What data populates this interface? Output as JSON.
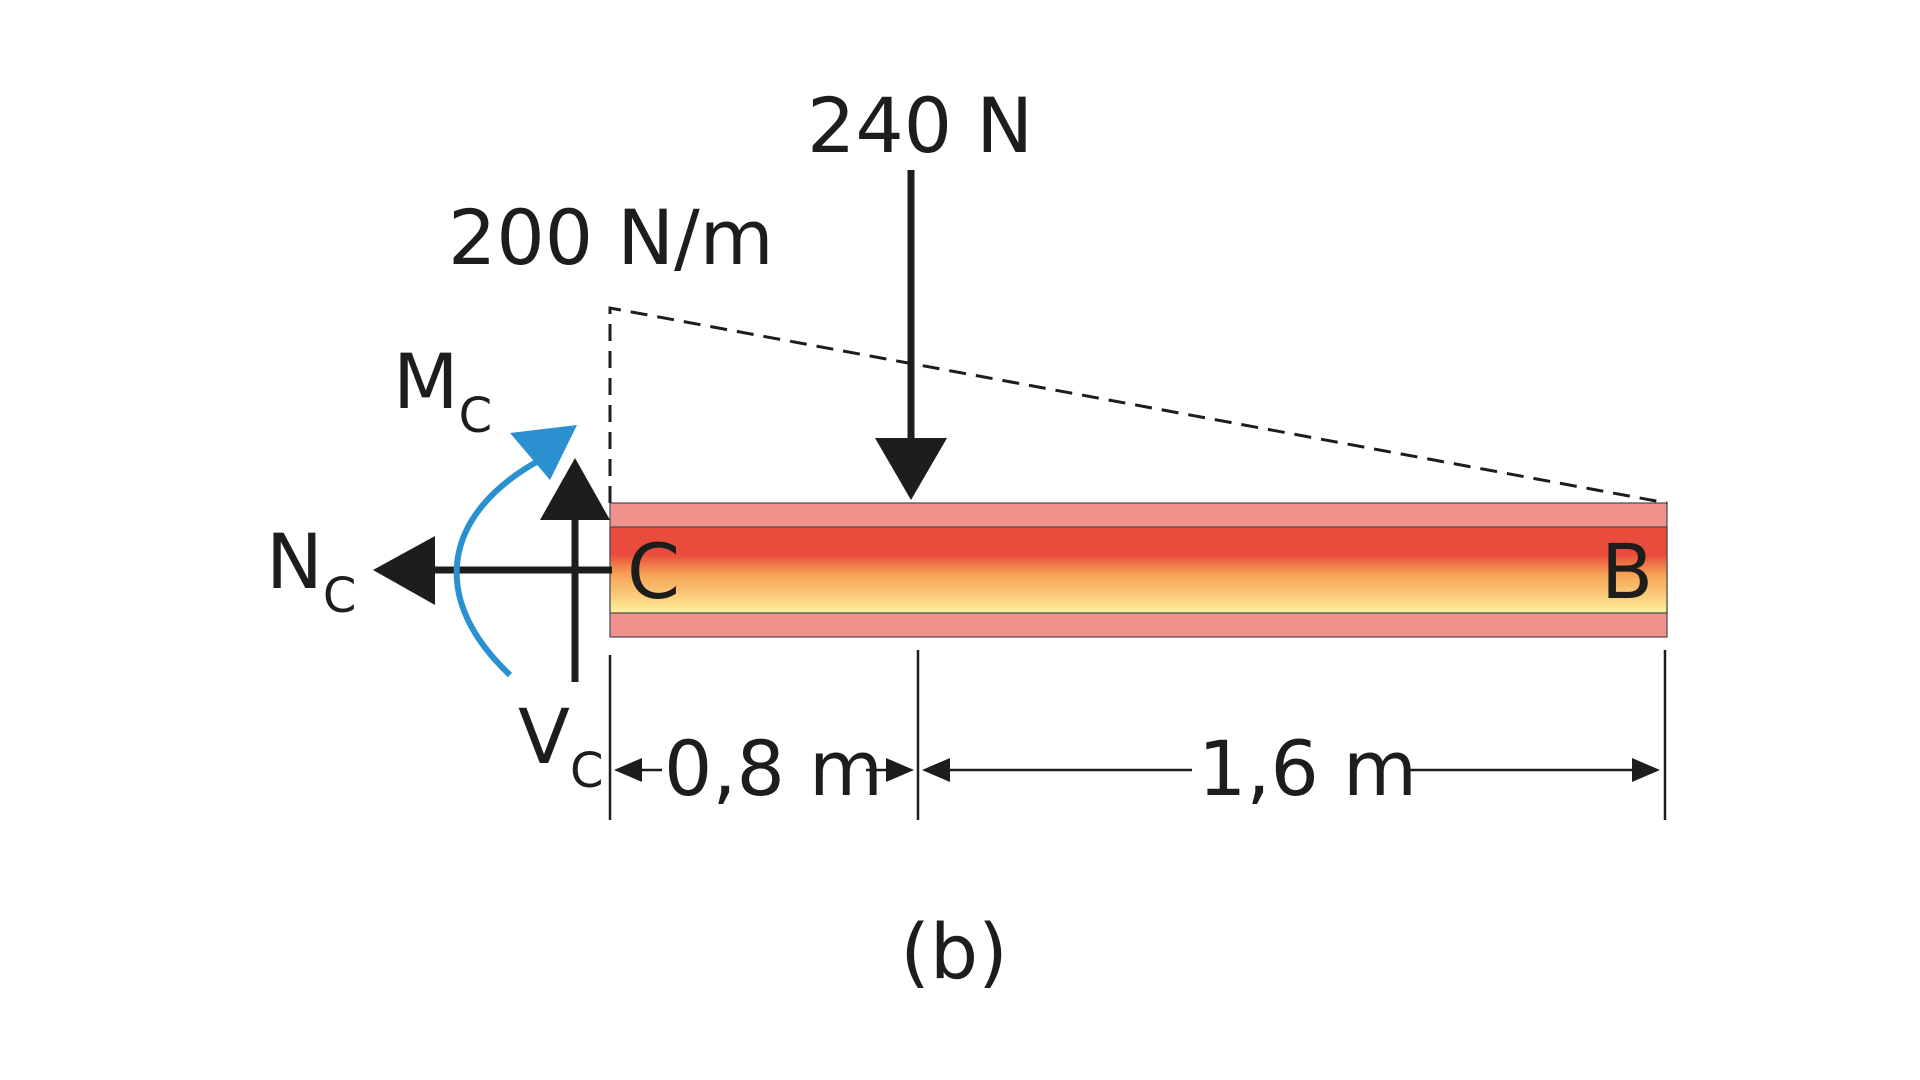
{
  "diagram": {
    "point_load": {
      "label": "240 N"
    },
    "distributed_load": {
      "label": "200 N/m"
    },
    "reactions": {
      "moment": {
        "symbol": "M",
        "subscript": "C"
      },
      "normal": {
        "symbol": "N",
        "subscript": "C"
      },
      "shear": {
        "symbol": "V",
        "subscript": "C"
      }
    },
    "points": {
      "left": "C",
      "right": "B"
    },
    "dimensions": {
      "segment_1": "0,8 m",
      "segment_2": "1,6 m"
    },
    "caption": "(b)"
  },
  "colors": {
    "ink": "#1d1d1b",
    "moment_arrow": "#2b90d0",
    "beam_outer": "#f0918b",
    "beam_core_top": "#e84c3d",
    "beam_core_bottom": "#fdf09a"
  }
}
